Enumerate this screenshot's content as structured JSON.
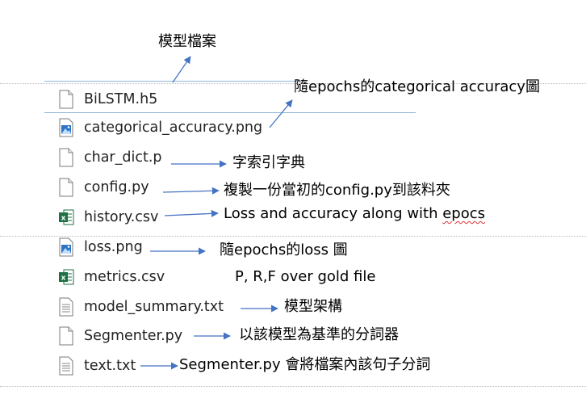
{
  "colors": {
    "arrow": "#4472c4",
    "annotation_text": "#000000",
    "file_text": "#222222",
    "excel_green": "#1e7145",
    "image_blue": "#2e75c6",
    "spellcheck_red": "#e03030"
  },
  "files": [
    {
      "name": "BiLSTM.h5",
      "icon": "blank-file-icon"
    },
    {
      "name": "categorical_accuracy.png",
      "icon": "image-file-icon"
    },
    {
      "name": "char_dict.p",
      "icon": "blank-file-icon"
    },
    {
      "name": "config.py",
      "icon": "blank-file-icon"
    },
    {
      "name": "history.csv",
      "icon": "excel-file-icon"
    },
    {
      "name": "loss.png",
      "icon": "image-file-icon"
    },
    {
      "name": "metrics.csv",
      "icon": "excel-file-icon"
    },
    {
      "name": "model_summary.txt",
      "icon": "text-file-icon"
    },
    {
      "name": "Segmenter.py",
      "icon": "blank-file-icon"
    },
    {
      "name": "text.txt",
      "icon": "text-file-icon"
    }
  ],
  "annotations": {
    "model_file": "模型檔案",
    "categorical_accuracy": "隨epochs的categorical accuracy圖",
    "char_dict": "字索引字典",
    "config": "複製一份當初的config.py到該料夾",
    "history_prefix": "Loss and accuracy along with ",
    "history_misspelled": "epocs",
    "loss": "隨epochs的loss 圖",
    "metrics": "P, R,F over gold file",
    "model_summary": "模型架構",
    "segmenter": "以該模型為基準的分詞器",
    "text": "Segmenter.py 會將檔案內該句子分詞"
  }
}
